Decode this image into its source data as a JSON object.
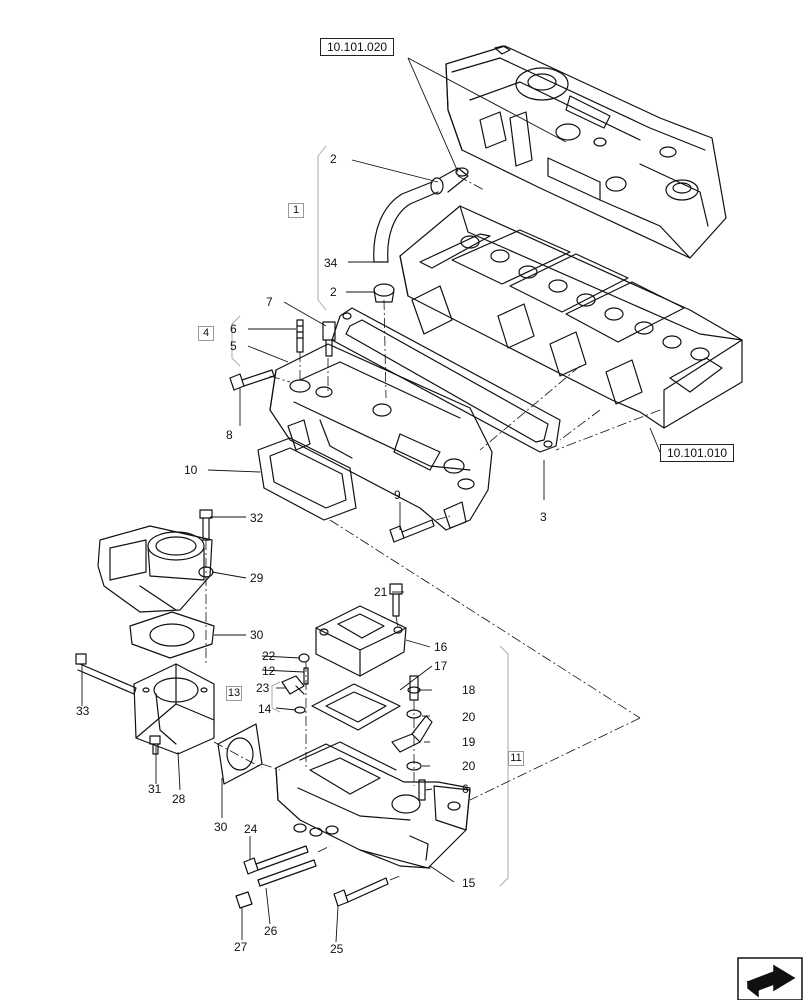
{
  "references": {
    "head_cover": "10.101.020",
    "cylinder_head": "10.101.010"
  },
  "kits": {
    "k1": "1",
    "k4": "4",
    "k11": "11",
    "k13": "13"
  },
  "callouts": {
    "c2a": "2",
    "c34": "34",
    "c2b": "2",
    "c7": "7",
    "c6a": "6",
    "c5": "5",
    "c8": "8",
    "c10": "10",
    "c9": "9",
    "c3": "3",
    "c32": "32",
    "c29": "29",
    "c21": "21",
    "c30a": "30",
    "c16": "16",
    "c22": "22",
    "c17": "17",
    "c12": "12",
    "c23": "23",
    "c18": "18",
    "c33": "33",
    "c14": "14",
    "c20a": "20",
    "c19": "19",
    "c20b": "20",
    "c6b": "6",
    "c31": "31",
    "c28": "28",
    "c30b": "30",
    "c24": "24",
    "c15": "15",
    "c27": "27",
    "c26": "26",
    "c25": "25"
  },
  "icons": {
    "nav": "next-page-arrow-icon"
  }
}
